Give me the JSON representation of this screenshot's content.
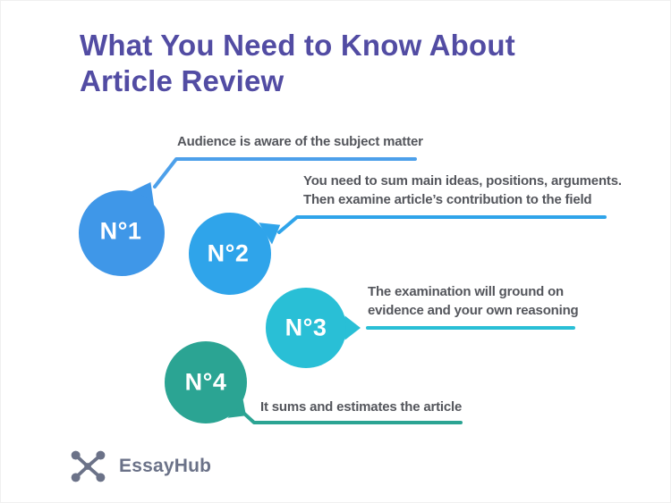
{
  "title": "What You Need to Know About\nArticle Review",
  "title_color": "#524CA3",
  "text_color": "#54565C",
  "background_color": "#FFFFFF",
  "items": [
    {
      "badge": "N°1",
      "text": "Audience is aware of the subject matter",
      "bubble_color": "#3F97E8",
      "line_color": "#4DA0EA"
    },
    {
      "badge": "N°2",
      "text": "You need to sum main ideas, positions, arguments.\nThen examine article’s contribution to the field",
      "bubble_color": "#2FA4EA",
      "line_color": "#2FA4EA"
    },
    {
      "badge": "N°3",
      "text": "The examination will ground on\nevidence and your own reasoning",
      "bubble_color": "#29BFD6",
      "line_color": "#29BFD6"
    },
    {
      "badge": "N°4",
      "text": "It sums and estimates the article",
      "bubble_color": "#2BA493",
      "line_color": "#2BA493"
    }
  ],
  "brand": {
    "name": "EssayHub",
    "color": "#6B7288"
  }
}
